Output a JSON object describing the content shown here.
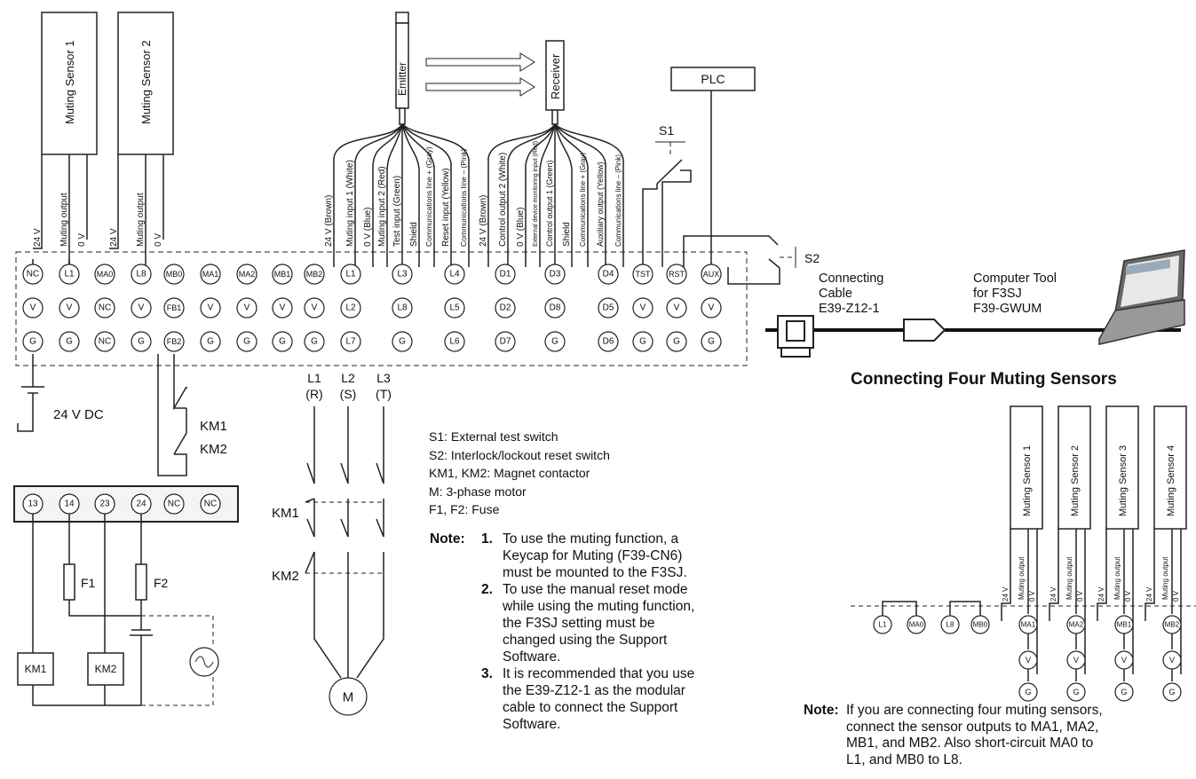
{
  "sensors": {
    "sensor1": "Muting Sensor 1",
    "sensor2": "Muting Sensor 2"
  },
  "wire_labels": {
    "s1": [
      "24 V",
      "Muting output",
      "0 V"
    ],
    "s2": [
      "24 V",
      "Muting output",
      "0 V"
    ],
    "emitter": [
      "24 V (Brown)",
      "Muting input 1 (White)",
      "0 V (Blue)",
      "Muting input 2 (Red)",
      "Test input (Green)",
      "Shield",
      "Communications line + (Gray)",
      "Reset input (Yellow)",
      "Communications line – (Pink)"
    ],
    "receiver": [
      "24 V (Brown)",
      "Control output 2 (White)",
      "0 V (Blue)",
      "External device monitoring input (Red)",
      "Control output 1 (Green)",
      "Shield",
      "Communications line + (Gray)",
      "Auxiliary output (Yellow)",
      "Communications line – (Pink)"
    ]
  },
  "emitter_label": "Emitter",
  "receiver_label": "Receiver",
  "plc_label": "PLC",
  "switch_s1": "S1",
  "switch_s2": "S2",
  "terminals": {
    "row1": [
      "NC",
      "L1",
      "MA0",
      "L8",
      "MB0",
      "MA1",
      "MA2",
      "MB1",
      "MB2",
      "L1",
      "L3",
      "L4",
      "D1",
      "D3",
      "D4",
      "TST",
      "RST",
      "AUX"
    ],
    "row2": [
      "V",
      "V",
      "NC",
      "V",
      "FB1",
      "V",
      "V",
      "V",
      "V",
      "L2",
      "L8",
      "L5",
      "D2",
      "D8",
      "D5",
      "V",
      "V",
      "V"
    ],
    "row3": [
      "G",
      "G",
      "NC",
      "G",
      "FB2",
      "G",
      "G",
      "G",
      "G",
      "L7",
      "G",
      "L6",
      "D7",
      "G",
      "D6",
      "G",
      "G",
      "G"
    ]
  },
  "supply_label": "24 V DC",
  "km1": "KM1",
  "km2": "KM2",
  "relay_terminals": [
    "13",
    "14",
    "23",
    "24",
    "NC",
    "NC"
  ],
  "fuse_f1": "F1",
  "fuse_f2": "F2",
  "phases": [
    {
      "top": "L1",
      "bot": "(R)"
    },
    {
      "top": "L2",
      "bot": "(S)"
    },
    {
      "top": "L3",
      "bot": "(T)"
    }
  ],
  "motor": "M",
  "legend": [
    "S1: External test switch",
    "S2: Interlock/lockout reset switch",
    "KM1, KM2: Magnet contactor",
    "M: 3-phase motor",
    "F1, F2: Fuse"
  ],
  "notes": {
    "title": "Note:",
    "n1_num": "1.",
    "n1": [
      "To use the muting function, a",
      "Keycap for Muting (F39-CN6)",
      "must be mounted to the F3SJ."
    ],
    "n2_num": "2.",
    "n2": [
      "To use the manual reset mode",
      "while using the muting function,",
      "the F3SJ setting must be",
      "changed using the Support",
      "Software."
    ],
    "n3_num": "3.",
    "n3": [
      "It is recommended that you use",
      "the E39-Z12-1 as the modular",
      "cable to connect the Support",
      "Software."
    ]
  },
  "cable": {
    "l1": "Connecting",
    "l2": "Cable",
    "l3": "E39-Z12-1"
  },
  "tool": {
    "l1": "Computer Tool",
    "l2": "for F3SJ",
    "l3": "F39-GWUM"
  },
  "four_title": "Connecting Four Muting Sensors",
  "four_sensors": [
    "Muting Sensor 1",
    "Muting Sensor 2",
    "Muting Sensor 3",
    "Muting Sensor 4"
  ],
  "four_wire_labels": [
    "24 V",
    "Muting output",
    "0 V"
  ],
  "four_jumpers": [
    "L1",
    "MA0",
    "L8",
    "MB0"
  ],
  "four_terms": [
    "MA1",
    "MA2",
    "MB1",
    "MB2"
  ],
  "four_v": "V",
  "four_g": "G",
  "note2": {
    "title": "Note:",
    "lines": [
      "If you are connecting four muting sensors,",
      "connect the sensor outputs to MA1, MA2,",
      "MB1, and MB2. Also short-circuit MA0 to",
      "L1, and MB0 to L8."
    ]
  }
}
